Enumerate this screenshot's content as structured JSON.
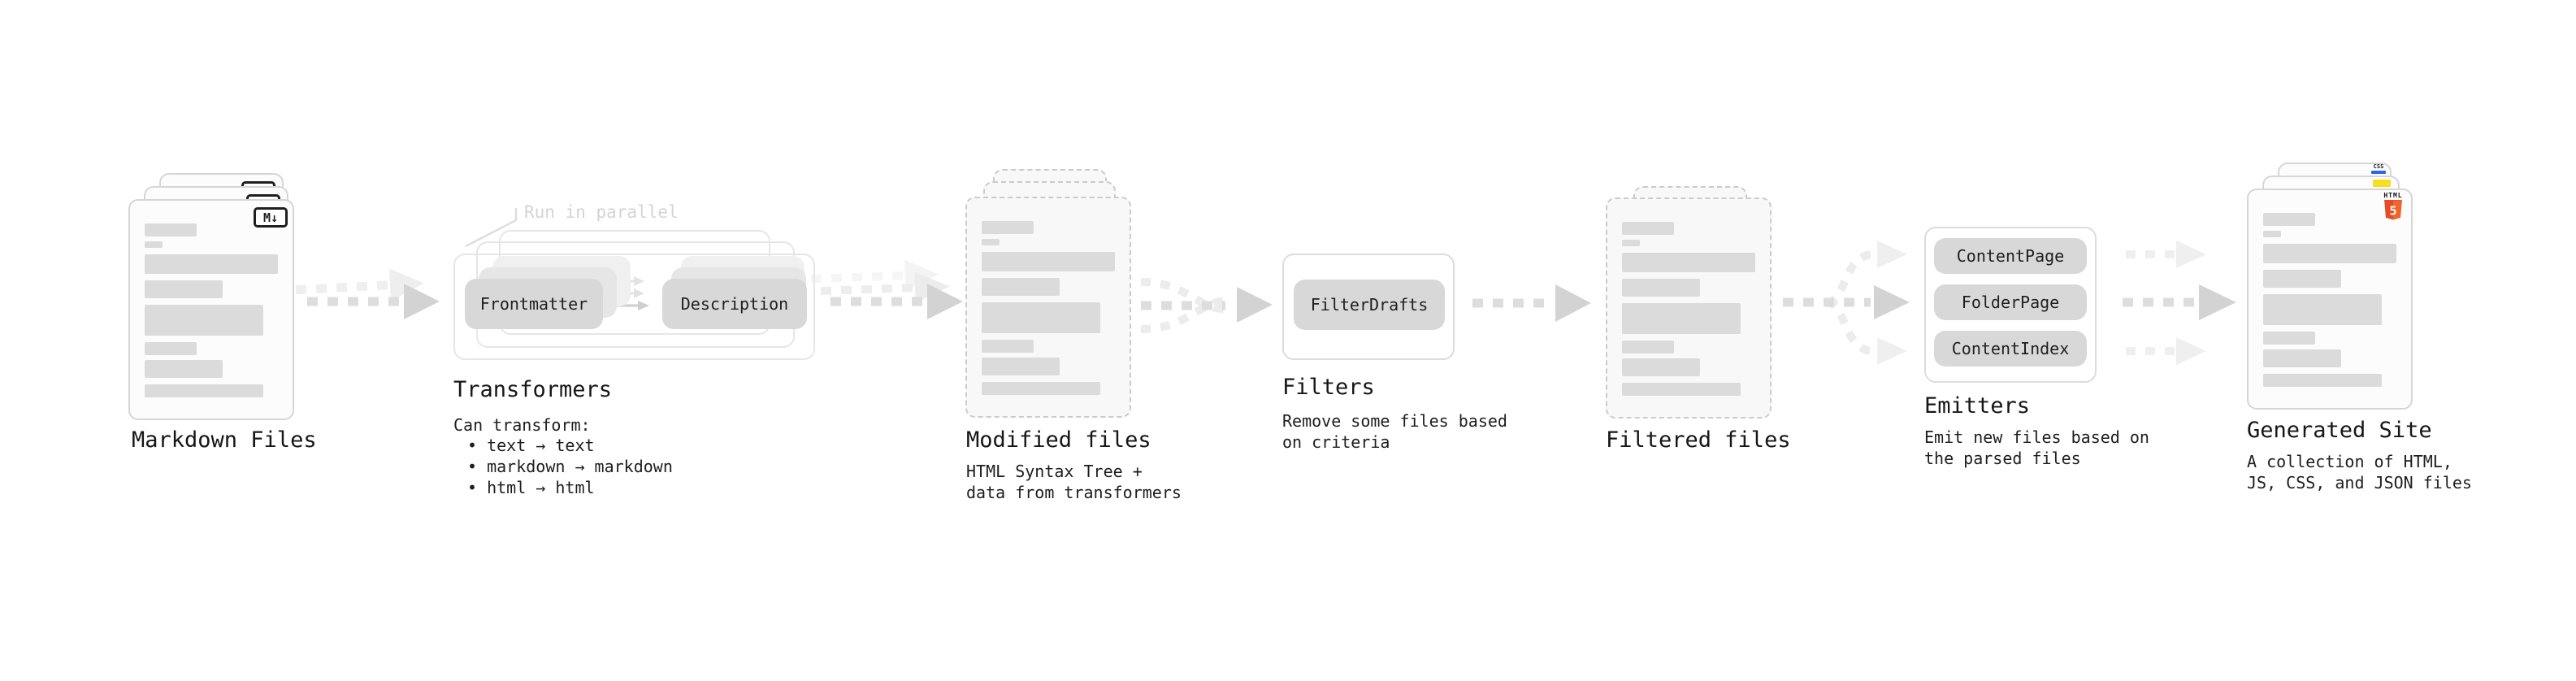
{
  "stages": {
    "markdown": {
      "label": "Markdown Files"
    },
    "transformers": {
      "annotation": "Run in parallel",
      "box1": "Frontmatter",
      "box2": "Description",
      "label": "Transformers",
      "desc": "Can transform:",
      "bullets": [
        "• text → text",
        "• markdown → markdown",
        "• html → html"
      ]
    },
    "modified": {
      "label": "Modified files",
      "desc1": "HTML Syntax Tree +",
      "desc2": "data from transformers"
    },
    "filters": {
      "label": "Filters",
      "box1": "FilterDrafts",
      "desc1": "Remove some files based",
      "desc2": "on criteria"
    },
    "filtered": {
      "label": "Filtered files"
    },
    "emitters": {
      "label": "Emitters",
      "box1": "ContentPage",
      "box2": "FolderPage",
      "box3": "ContentIndex",
      "desc1": "Emit new files based on",
      "desc2": "the parsed files"
    },
    "generated": {
      "label": "Generated Site",
      "desc1": "A collection of HTML,",
      "desc2": "JS, CSS, and JSON files"
    }
  },
  "icons": {
    "markdown": "M↓",
    "html5_label": "HTML",
    "html5_number": "5",
    "css_label": "CSS",
    "js_badge": "js-yellow-square",
    "css_badge": "css-blue-bar"
  },
  "colors": {
    "html5_orange": "#e44d26",
    "html5_orange_light": "#f16529",
    "js_yellow": "#f7df1e",
    "css_blue": "#2d65f1",
    "arrow_gray": "#d3d3d3",
    "annotation_gray": "#d4d4d4"
  }
}
